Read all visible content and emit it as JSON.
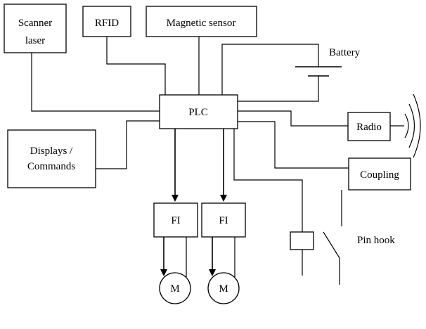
{
  "diagram": {
    "blocks": {
      "scanner_laser": [
        "Scanner",
        "laser"
      ],
      "rfid": "RFID",
      "magnetic_sensor": "Magnetic sensor",
      "battery": "Battery",
      "plc": "PLC",
      "radio": "Radio",
      "displays_commands": [
        "Displays /",
        "Commands"
      ],
      "coupling": "Coupling",
      "fi_left": "FI",
      "fi_right": "FI",
      "motor_left": "M",
      "motor_right": "M",
      "pin_hook": "Pin hook"
    }
  }
}
